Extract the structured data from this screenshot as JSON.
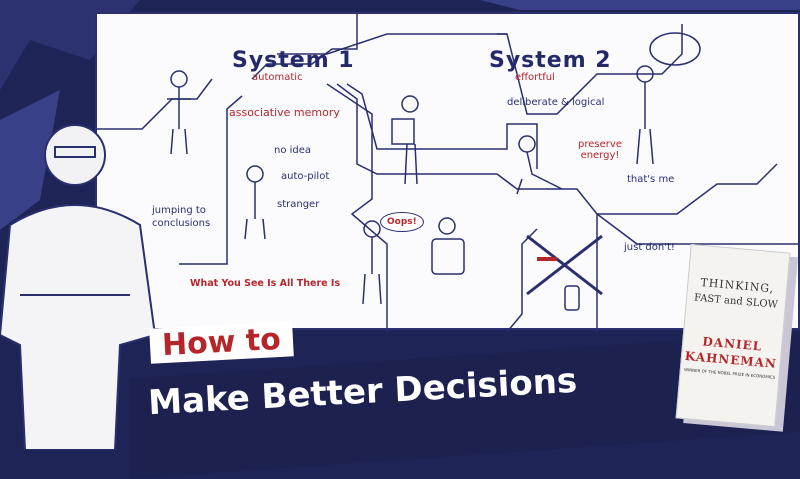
{
  "diagram": {
    "system1": {
      "title": "System 1",
      "subtitle": "automatic"
    },
    "system2": {
      "title": "System 2",
      "subtitle": "effortful"
    },
    "labels": {
      "associative_memory": "associative memory",
      "no_idea": "no idea",
      "auto_pilot": "auto-pilot",
      "stranger": "stranger",
      "jumping": "jumping to conclusions",
      "wysiati": "What You See Is All There Is",
      "oops": "Oops!",
      "deliberate": "deliberate & logical",
      "preserve": "preserve energy!",
      "thats_me": "that's me",
      "just_dont": "just don't!"
    }
  },
  "title": {
    "line1": "How to",
    "line2": "Make Better Decisions"
  },
  "book": {
    "title_line1": "THINKING,",
    "title_line2": "FAST and SLOW",
    "author_first": "DANIEL",
    "author_last": "KAHNEMAN",
    "tagline": "WINNER OF THE NOBEL PRIZE IN ECONOMICS"
  },
  "colors": {
    "navy": "#1f2456",
    "red": "#b5262a",
    "board": "#fbfbfd"
  }
}
